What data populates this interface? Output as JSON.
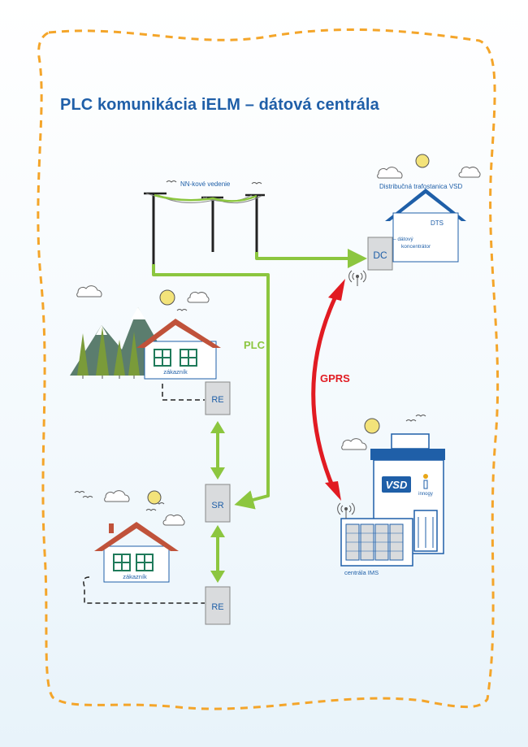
{
  "title": "PLC komunikácia iELM – dátová centrála",
  "labels": {
    "nn_line": "NN-kové vedenie",
    "dts_full": "Distribučná trafostanica VSD",
    "dts": "DTS",
    "concentrator_line1": "– dátový",
    "concentrator_line2": "koncentrátor",
    "dc": "DC",
    "plc": "PLC",
    "gprs": "GPRS",
    "customer1": "zákazník",
    "customer2": "zákazník",
    "re1": "RE",
    "sr": "SR",
    "re2": "RE",
    "vsd_logo": "VSD",
    "innogy": "innogy",
    "ims": "centrála IMS"
  },
  "colors": {
    "border": "#f4a52a",
    "title": "#1f5fa8",
    "plc_green": "#8cc63f",
    "gprs_red": "#e11b22",
    "box_fill": "#d9dbdd",
    "house_blue": "#1f5fa8",
    "roof_red": "#c0523a",
    "tree_green": "#7a9b3a",
    "mountain": "#5b7d6e",
    "sun": "#f3e37a"
  },
  "icons": [
    "sun-icon",
    "cloud-icon",
    "bird-icon",
    "antenna-icon",
    "tree-icon",
    "mountain-icon"
  ]
}
